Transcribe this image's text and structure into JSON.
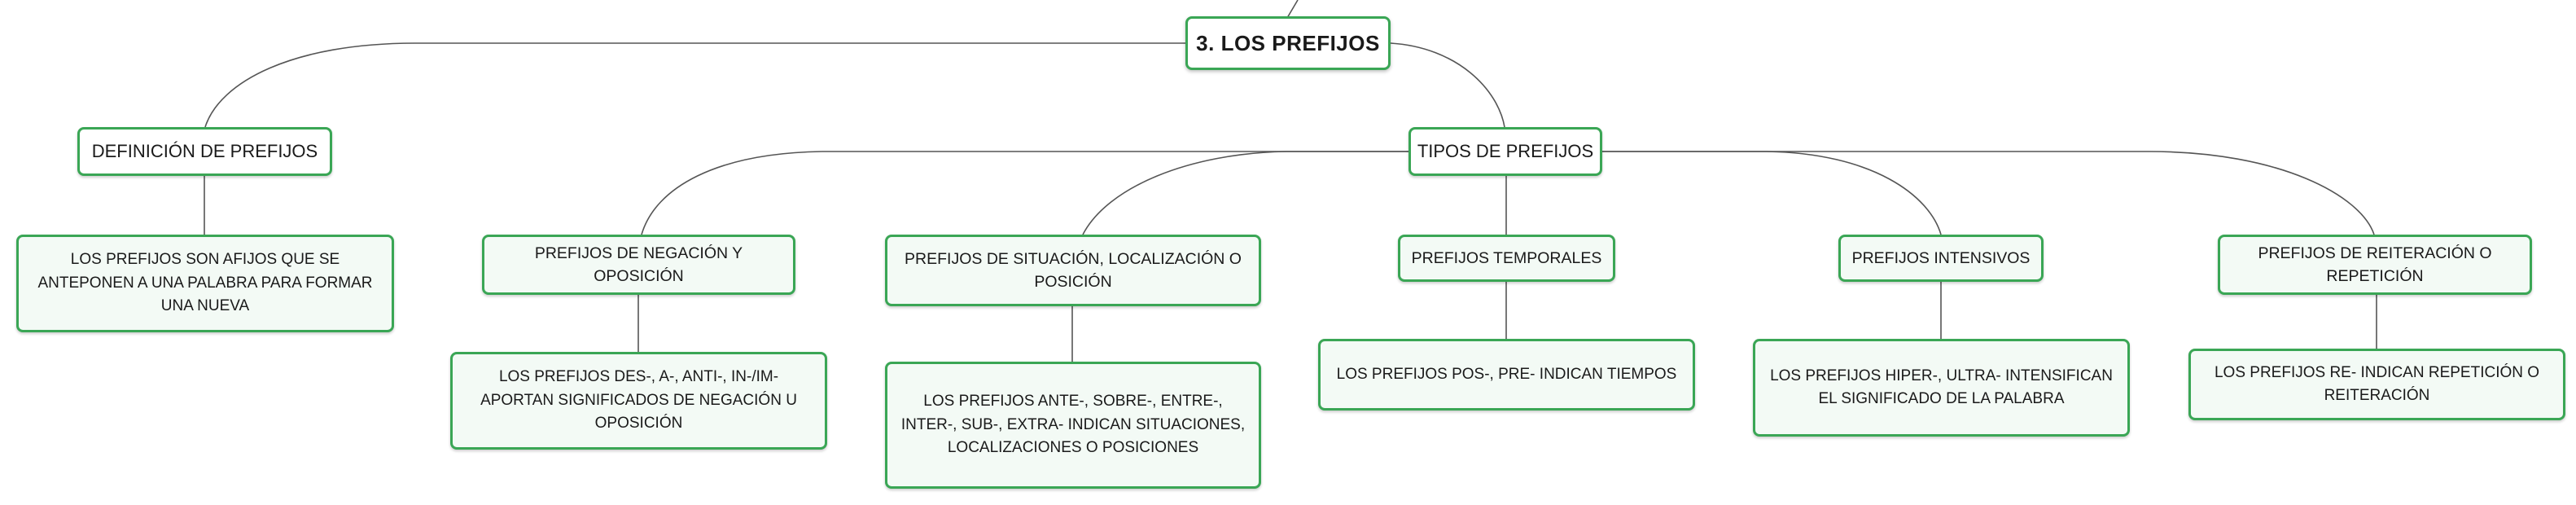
{
  "diagram": {
    "root": {
      "label": "3. LOS PREFIJOS"
    },
    "definicion": {
      "label": "DEFINICIÓN DE PREFIJOS",
      "detail": "LOS PREFIJOS SON AFIJOS QUE SE ANTEPONEN A UNA PALABRA PARA FORMAR UNA NUEVA"
    },
    "tipos": {
      "label": "TIPOS DE PREFIJOS",
      "items": [
        {
          "label": "PREFIJOS DE NEGACIÓN Y OPOSICIÓN",
          "detail": "LOS PREFIJOS DES-, A-, ANTI-, IN-/IM- APORTAN SIGNIFICADOS DE NEGACIÓN U OPOSICIÓN"
        },
        {
          "label": "PREFIJOS DE SITUACIÓN, LOCALIZACIÓN O POSICIÓN",
          "detail": "LOS PREFIJOS ANTE-, SOBRE-, ENTRE-, INTER-, SUB-, EXTRA- INDICAN SITUACIONES, LOCALIZACIONES O POSICIONES"
        },
        {
          "label": "PREFIJOS TEMPORALES",
          "detail": "LOS PREFIJOS POS-, PRE- INDICAN TIEMPOS"
        },
        {
          "label": "PREFIJOS INTENSIVOS",
          "detail": "LOS PREFIJOS HIPER-, ULTRA- INTENSIFICAN EL SIGNIFICADO DE LA PALABRA"
        },
        {
          "label": "PREFIJOS DE REITERACIÓN O REPETICIÓN",
          "detail": "LOS PREFIJOS RE- INDICAN REPETICIÓN O REITERACIÓN"
        }
      ]
    },
    "colors": {
      "node_border": "#3aa655",
      "detail_fill": "#f3faf5",
      "connector": "#555555"
    }
  }
}
